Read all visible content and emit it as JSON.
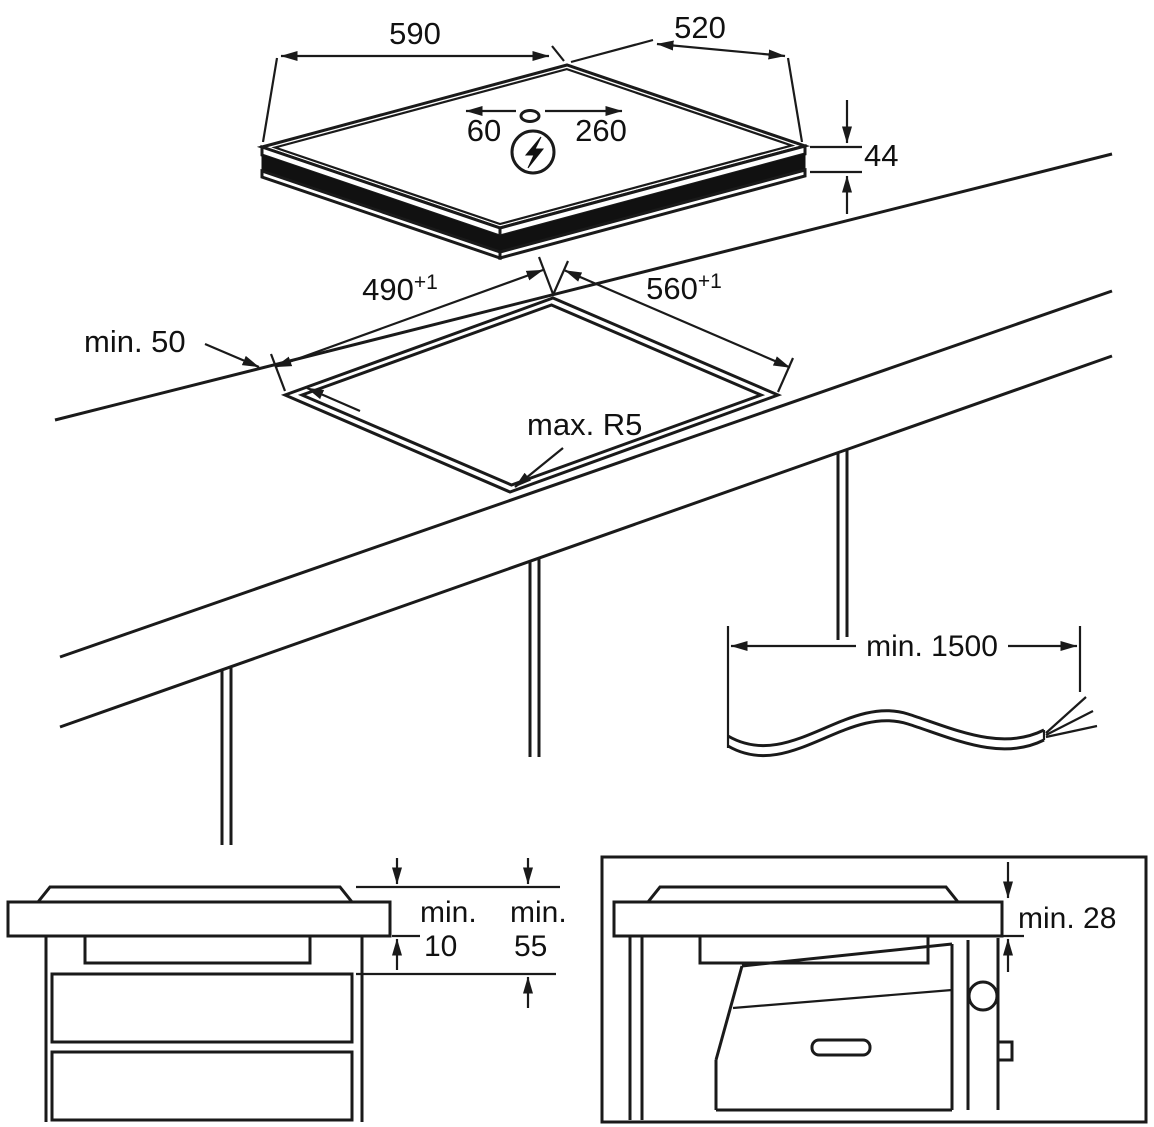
{
  "doc_type": "appliance installation diagram",
  "colors": {
    "line": "#1a1a1a",
    "background": "#ffffff"
  },
  "hob_view": {
    "width": "590",
    "depth": "520",
    "cable_offset_left": "60",
    "cable_offset_right": "260",
    "height": "44",
    "power_icon": "lightning-in-circle"
  },
  "cutout_view": {
    "depth": "490",
    "depth_tol": "+1",
    "width": "560",
    "width_tol": "+1",
    "rear_clearance": "min. 50",
    "corner_radius": "max. R5"
  },
  "cable_view": {
    "cable_length": "min. 1500"
  },
  "side_view": {
    "gap_drawer_prefix": "min.",
    "gap_drawer_value": "10",
    "gap_depth_prefix": "min.",
    "gap_depth_value": "55"
  },
  "oven_view": {
    "top_clearance": "min. 28"
  }
}
